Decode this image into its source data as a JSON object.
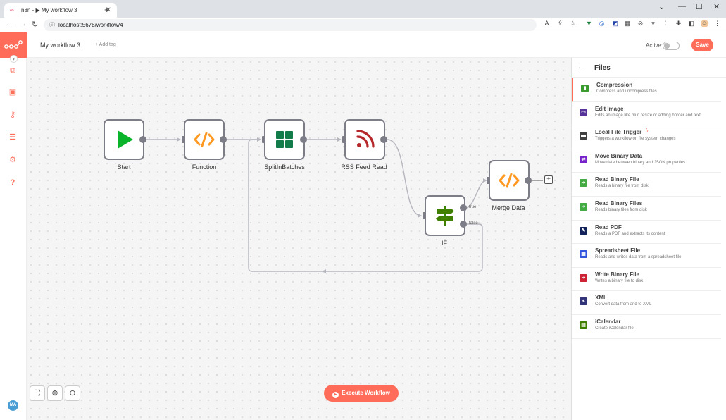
{
  "browser": {
    "tab_title": "n8n - ▶ My workflow 3",
    "tab_close": "✕",
    "new_tab": "+",
    "url": "localhost:5678/workflow/4",
    "back": "←",
    "forward": "→",
    "reload": "↻",
    "minimize": "—",
    "maximize": "☐",
    "close": "✕",
    "chevron": "⌄"
  },
  "header": {
    "workflow_name": "My workflow 3",
    "add_tag": "+ Add tag",
    "active_label": "Active:",
    "active": false,
    "save_label": "Save"
  },
  "sidebar": {
    "collapse": "›",
    "avatar_initials": "MA",
    "icons": [
      "workflows-icon",
      "templates-icon",
      "credentials-icon",
      "executions-icon",
      "settings-icon",
      "help-icon"
    ]
  },
  "canvas": {
    "nodes": [
      {
        "name": "Start",
        "icon": "play-icon",
        "color": "#0ab42a"
      },
      {
        "name": "Function",
        "icon": "code-icon",
        "color": "#ff9922"
      },
      {
        "name": "SplitInBatches",
        "icon": "grid-icon",
        "color": "#127d4a"
      },
      {
        "name": "RSS Feed Read",
        "icon": "rss-icon",
        "color": "#b5282b"
      },
      {
        "name": "IF",
        "icon": "signpost-icon",
        "color": "#408000"
      },
      {
        "name": "Merge Data",
        "icon": "code-icon",
        "color": "#ff9922"
      }
    ],
    "if_true_label": "true",
    "if_false_label": "false",
    "add_node": "+",
    "execute_label": "Execute Workflow",
    "zoom_fit": "⛶",
    "zoom_in": "+",
    "zoom_out": "−"
  },
  "panel": {
    "back": "←",
    "title": "Files",
    "items": [
      {
        "name": "Compression",
        "desc": "Compress and uncompress files",
        "color": "#3a9c2f",
        "icon": "compression-icon",
        "trigger": false
      },
      {
        "name": "Edit Image",
        "desc": "Edits an image like blur, resize or adding border and text",
        "color": "#553399",
        "icon": "image-icon",
        "trigger": false
      },
      {
        "name": "Local File Trigger",
        "desc": "Triggers a workflow on file system changes",
        "color": "#404040",
        "icon": "folder-icon",
        "trigger": true
      },
      {
        "name": "Move Binary Data",
        "desc": "Move data between binary and JSON properties",
        "color": "#7722cc",
        "icon": "exchange-icon",
        "trigger": false
      },
      {
        "name": "Read Binary File",
        "desc": "Reads a binary file from disk",
        "color": "#44aa44",
        "icon": "file-import-icon",
        "trigger": false
      },
      {
        "name": "Read Binary Files",
        "desc": "Reads binary files from disk",
        "color": "#44aa44",
        "icon": "file-import-icon",
        "trigger": false
      },
      {
        "name": "Read PDF",
        "desc": "Reads a PDF and extracts its content",
        "color": "#11235a",
        "icon": "pdf-icon",
        "trigger": false
      },
      {
        "name": "Spreadsheet File",
        "desc": "Reads and writes data from a spreadsheet file",
        "color": "#3355dd",
        "icon": "table-icon",
        "trigger": false
      },
      {
        "name": "Write Binary File",
        "desc": "Writes a binary file to disk",
        "color": "#cc2233",
        "icon": "file-export-icon",
        "trigger": false
      },
      {
        "name": "XML",
        "desc": "Convert data from and to XML",
        "color": "#333377",
        "icon": "xml-icon",
        "trigger": false
      },
      {
        "name": "iCalendar",
        "desc": "Create iCalendar file",
        "color": "#408000",
        "icon": "calendar-icon",
        "trigger": false
      }
    ]
  }
}
